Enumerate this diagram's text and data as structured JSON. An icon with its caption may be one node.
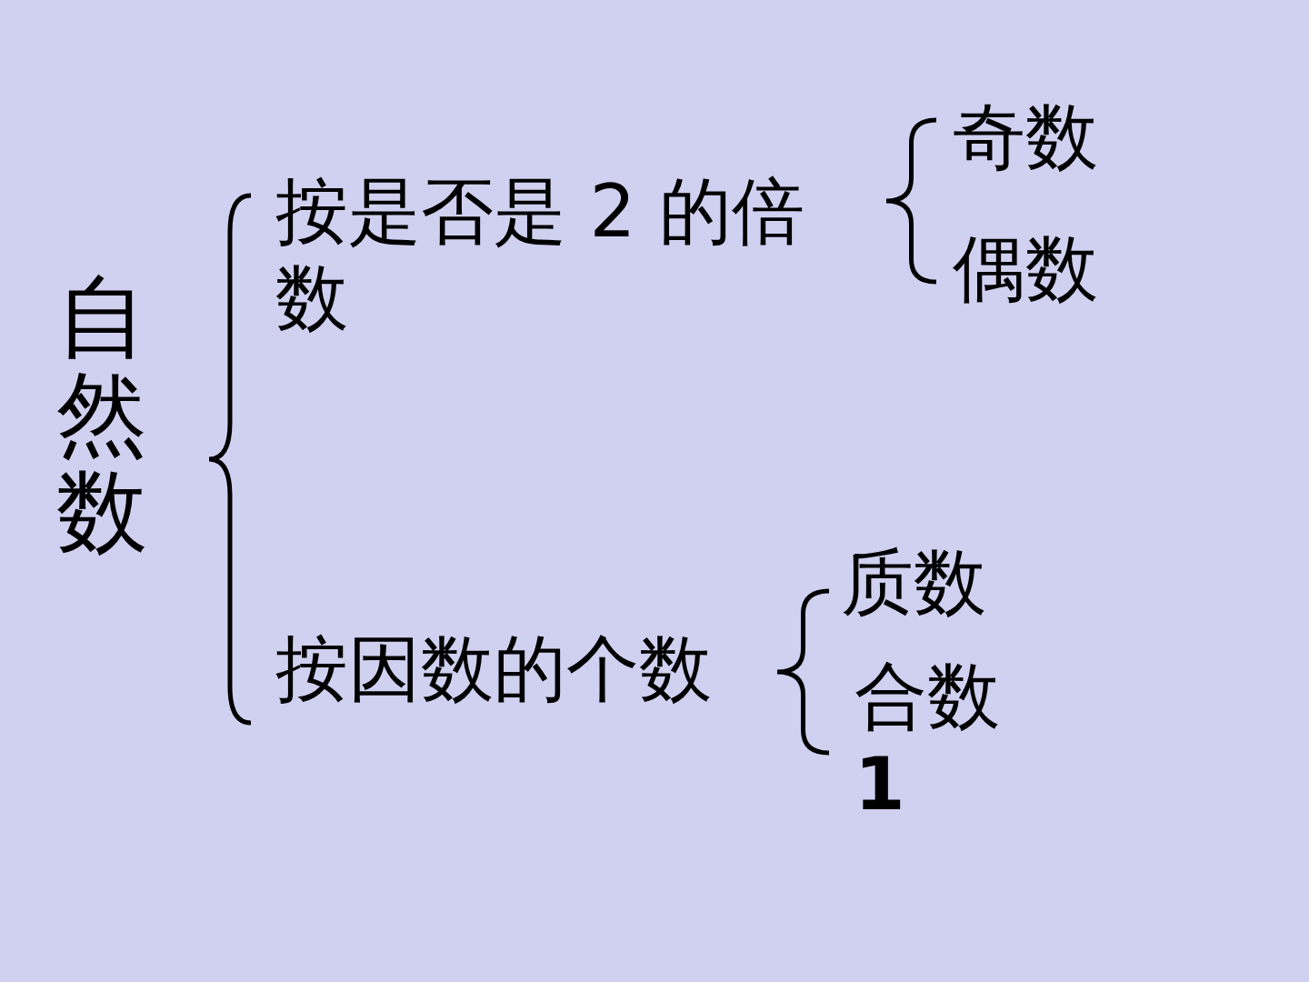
{
  "diagram": {
    "labels": [
      "自然数",
      "按是否是 2 的倍数",
      "奇数",
      "偶数",
      "按因数的个数",
      "质数",
      "合数",
      "1"
    ]
  }
}
